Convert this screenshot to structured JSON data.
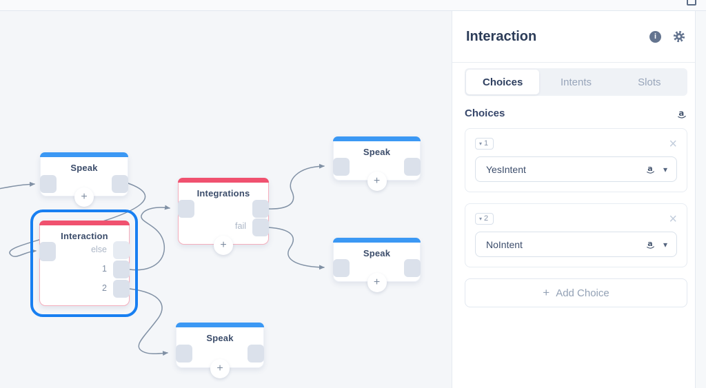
{
  "titlebar": {
    "bookmark_icon": "bookmark-outline-icon"
  },
  "canvas": {
    "nodes": [
      {
        "id": "speak-top-left",
        "title": "Speak",
        "type": "speak"
      },
      {
        "id": "interaction",
        "title": "Interaction",
        "type": "interaction",
        "selected": true,
        "outputs": [
          "else",
          "1",
          "2"
        ]
      },
      {
        "id": "integrations",
        "title": "Integrations",
        "type": "integrations",
        "outputs": [
          "fail"
        ]
      },
      {
        "id": "speak-top-right",
        "title": "Speak",
        "type": "speak"
      },
      {
        "id": "speak-mid-right",
        "title": "Speak",
        "type": "speak"
      },
      {
        "id": "speak-bottom",
        "title": "Speak",
        "type": "speak"
      }
    ]
  },
  "panel": {
    "title": "Interaction",
    "tabs": [
      {
        "label": "Choices",
        "active": true
      },
      {
        "label": "Intents",
        "active": false
      },
      {
        "label": "Slots",
        "active": false
      }
    ],
    "section_title": "Choices",
    "choices": [
      {
        "number": "1",
        "value": "YesIntent"
      },
      {
        "number": "2",
        "value": "NoIntent"
      }
    ],
    "add_choice_label": "Add Choice"
  },
  "icons": {
    "plus": "+",
    "close": "×",
    "caret_down": "▾",
    "info": "i",
    "amazon": "a"
  },
  "colors": {
    "selection_blue": "#187ff1",
    "speak_bar_blue": "#3b98f4",
    "interaction_bar_red": "#f0516f",
    "wire_gray": "#8191a5",
    "port_gray": "#dbe1eb",
    "canvas_bg": "#f4f6f9"
  }
}
